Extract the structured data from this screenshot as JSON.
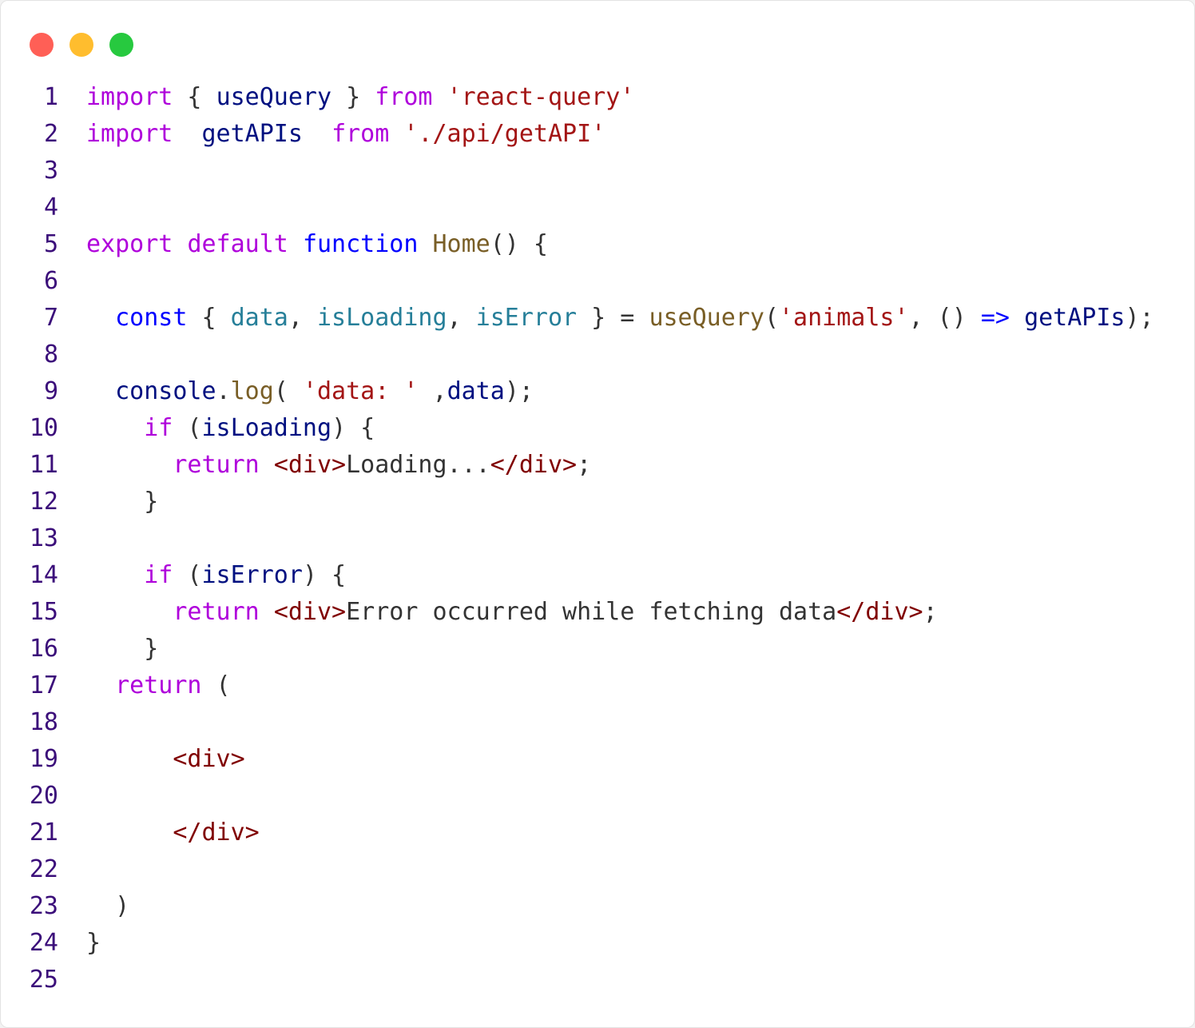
{
  "window": {
    "traffic_lights": [
      {
        "name": "close",
        "color": "#ff5f56"
      },
      {
        "name": "minimize",
        "color": "#ffbd2e"
      },
      {
        "name": "maximize",
        "color": "#27c93f"
      }
    ]
  },
  "colors": {
    "keyword": "#af00db",
    "storage": "#0000ff",
    "function": "#795e26",
    "variable": "#001080",
    "destructured": "#267f99",
    "string": "#a31515",
    "tag": "#800000",
    "punctuation": "#333333",
    "jsx_text": "#333333",
    "line_number": "#3b0e7a"
  },
  "code": {
    "lines": [
      {
        "number": "1",
        "tokens": [
          {
            "t": "import",
            "c": "keyword"
          },
          {
            "t": " { ",
            "c": "punctuation"
          },
          {
            "t": "useQuery",
            "c": "variable"
          },
          {
            "t": " } ",
            "c": "punctuation"
          },
          {
            "t": "from",
            "c": "keyword"
          },
          {
            "t": " ",
            "c": "punctuation"
          },
          {
            "t": "'react-query'",
            "c": "string"
          }
        ]
      },
      {
        "number": "2",
        "tokens": [
          {
            "t": "import",
            "c": "keyword"
          },
          {
            "t": "  ",
            "c": "punctuation"
          },
          {
            "t": "getAPIs",
            "c": "variable"
          },
          {
            "t": "  ",
            "c": "punctuation"
          },
          {
            "t": "from",
            "c": "keyword"
          },
          {
            "t": " ",
            "c": "punctuation"
          },
          {
            "t": "'./api/getAPI'",
            "c": "string"
          }
        ]
      },
      {
        "number": "3",
        "tokens": []
      },
      {
        "number": "4",
        "tokens": []
      },
      {
        "number": "5",
        "tokens": [
          {
            "t": "export",
            "c": "keyword"
          },
          {
            "t": " ",
            "c": "punctuation"
          },
          {
            "t": "default",
            "c": "keyword"
          },
          {
            "t": " ",
            "c": "punctuation"
          },
          {
            "t": "function",
            "c": "storage"
          },
          {
            "t": " ",
            "c": "punctuation"
          },
          {
            "t": "Home",
            "c": "function"
          },
          {
            "t": "() {",
            "c": "punctuation"
          }
        ]
      },
      {
        "number": "6",
        "tokens": []
      },
      {
        "number": "7",
        "tokens": [
          {
            "t": "  ",
            "c": "punctuation"
          },
          {
            "t": "const",
            "c": "storage"
          },
          {
            "t": " { ",
            "c": "punctuation"
          },
          {
            "t": "data",
            "c": "destructured"
          },
          {
            "t": ", ",
            "c": "punctuation"
          },
          {
            "t": "isLoading",
            "c": "destructured"
          },
          {
            "t": ", ",
            "c": "punctuation"
          },
          {
            "t": "isError",
            "c": "destructured"
          },
          {
            "t": " } = ",
            "c": "punctuation"
          },
          {
            "t": "useQuery",
            "c": "function"
          },
          {
            "t": "(",
            "c": "punctuation"
          },
          {
            "t": "'animals'",
            "c": "string"
          },
          {
            "t": ", () ",
            "c": "punctuation"
          },
          {
            "t": "=>",
            "c": "storage"
          },
          {
            "t": " ",
            "c": "punctuation"
          },
          {
            "t": "getAPIs",
            "c": "variable"
          },
          {
            "t": ");",
            "c": "punctuation"
          }
        ]
      },
      {
        "number": "8",
        "tokens": []
      },
      {
        "number": "9",
        "tokens": [
          {
            "t": "  ",
            "c": "punctuation"
          },
          {
            "t": "console",
            "c": "variable"
          },
          {
            "t": ".",
            "c": "punctuation"
          },
          {
            "t": "log",
            "c": "function"
          },
          {
            "t": "( ",
            "c": "punctuation"
          },
          {
            "t": "'data: '",
            "c": "string"
          },
          {
            "t": " ,",
            "c": "punctuation"
          },
          {
            "t": "data",
            "c": "variable"
          },
          {
            "t": ");",
            "c": "punctuation"
          }
        ]
      },
      {
        "number": "10",
        "tokens": [
          {
            "t": "    ",
            "c": "punctuation"
          },
          {
            "t": "if",
            "c": "keyword"
          },
          {
            "t": " (",
            "c": "punctuation"
          },
          {
            "t": "isLoading",
            "c": "variable"
          },
          {
            "t": ") {",
            "c": "punctuation"
          }
        ]
      },
      {
        "number": "11",
        "tokens": [
          {
            "t": "      ",
            "c": "punctuation"
          },
          {
            "t": "return",
            "c": "keyword"
          },
          {
            "t": " ",
            "c": "punctuation"
          },
          {
            "t": "<div>",
            "c": "tag"
          },
          {
            "t": "Loading...",
            "c": "jsx_text"
          },
          {
            "t": "</div>",
            "c": "tag"
          },
          {
            "t": ";",
            "c": "punctuation"
          }
        ]
      },
      {
        "number": "12",
        "tokens": [
          {
            "t": "    }",
            "c": "punctuation"
          }
        ]
      },
      {
        "number": "13",
        "tokens": []
      },
      {
        "number": "14",
        "tokens": [
          {
            "t": "    ",
            "c": "punctuation"
          },
          {
            "t": "if",
            "c": "keyword"
          },
          {
            "t": " (",
            "c": "punctuation"
          },
          {
            "t": "isError",
            "c": "variable"
          },
          {
            "t": ") {",
            "c": "punctuation"
          }
        ]
      },
      {
        "number": "15",
        "tokens": [
          {
            "t": "      ",
            "c": "punctuation"
          },
          {
            "t": "return",
            "c": "keyword"
          },
          {
            "t": " ",
            "c": "punctuation"
          },
          {
            "t": "<div>",
            "c": "tag"
          },
          {
            "t": "Error occurred while fetching data",
            "c": "jsx_text"
          },
          {
            "t": "</div>",
            "c": "tag"
          },
          {
            "t": ";",
            "c": "punctuation"
          }
        ]
      },
      {
        "number": "16",
        "tokens": [
          {
            "t": "    }",
            "c": "punctuation"
          }
        ]
      },
      {
        "number": "17",
        "tokens": [
          {
            "t": "  ",
            "c": "punctuation"
          },
          {
            "t": "return",
            "c": "keyword"
          },
          {
            "t": " (",
            "c": "punctuation"
          }
        ]
      },
      {
        "number": "18",
        "tokens": []
      },
      {
        "number": "19",
        "tokens": [
          {
            "t": "      ",
            "c": "punctuation"
          },
          {
            "t": "<div>",
            "c": "tag"
          }
        ]
      },
      {
        "number": "20",
        "tokens": []
      },
      {
        "number": "21",
        "tokens": [
          {
            "t": "      ",
            "c": "punctuation"
          },
          {
            "t": "</div>",
            "c": "tag"
          }
        ]
      },
      {
        "number": "22",
        "tokens": []
      },
      {
        "number": "23",
        "tokens": [
          {
            "t": "  )",
            "c": "punctuation"
          }
        ]
      },
      {
        "number": "24",
        "tokens": [
          {
            "t": "}",
            "c": "punctuation"
          }
        ]
      },
      {
        "number": "25",
        "tokens": []
      }
    ]
  }
}
